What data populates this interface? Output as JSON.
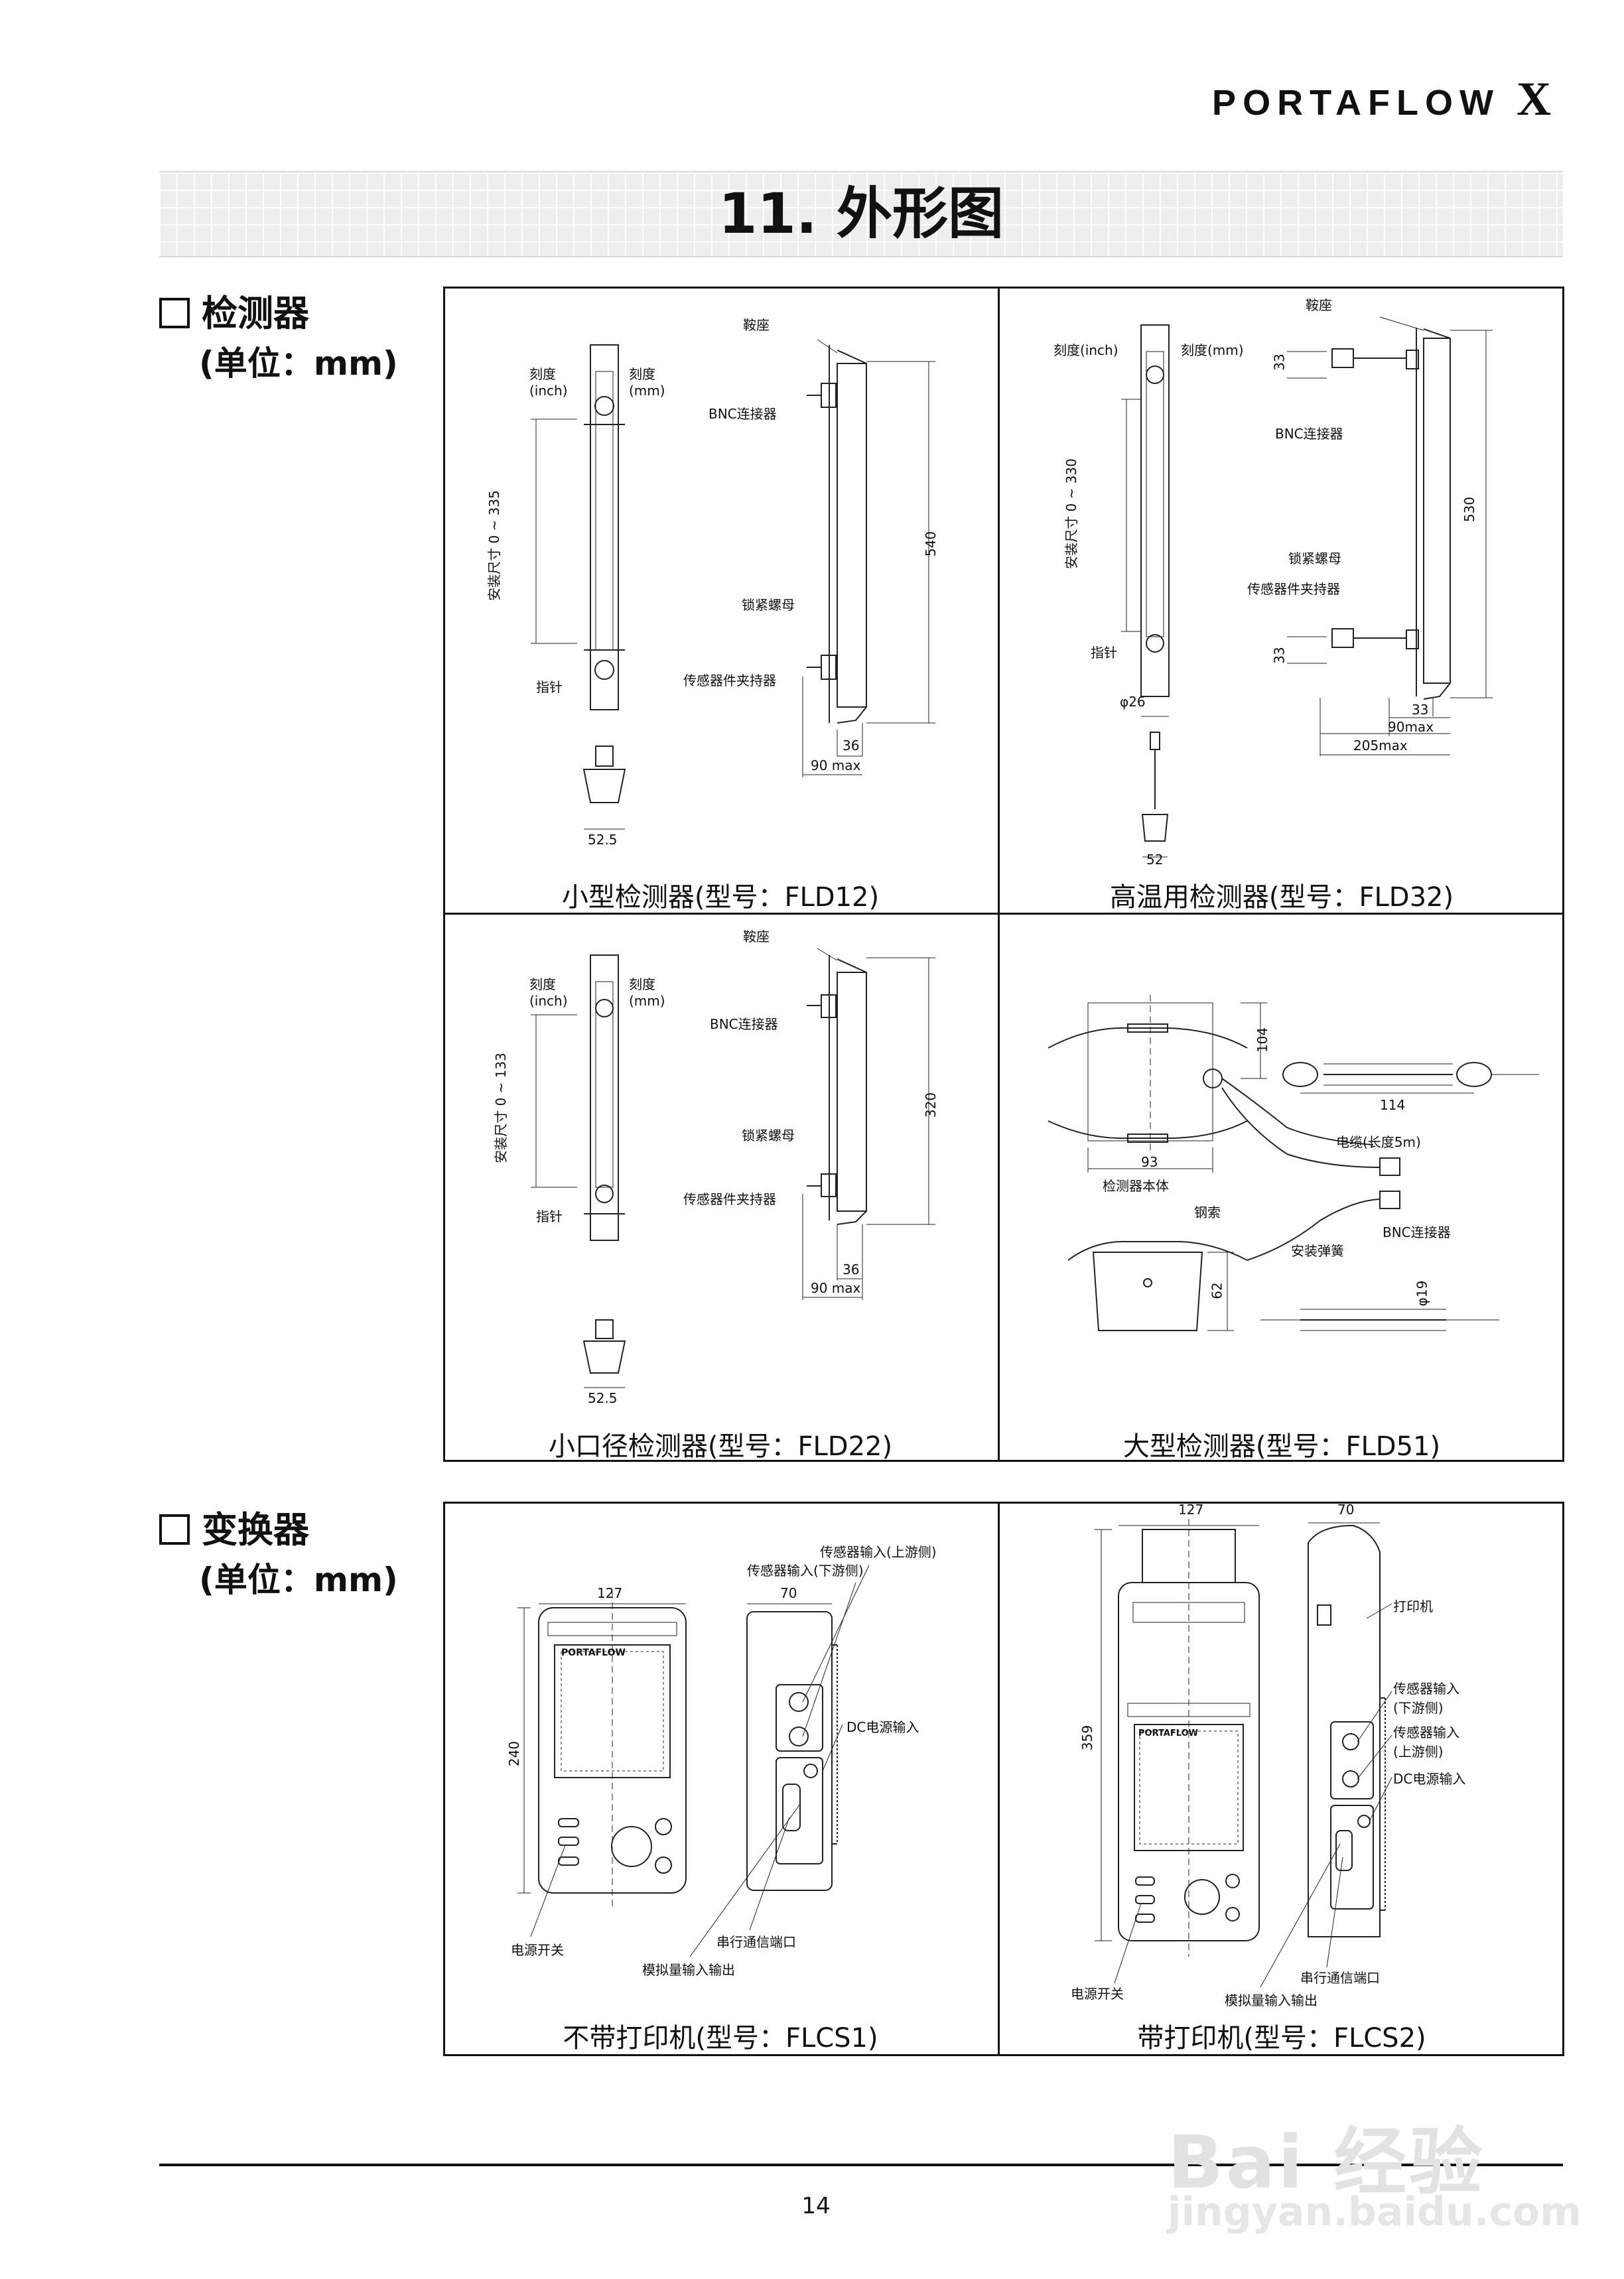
{
  "header": {
    "brand": "PORTAFLOW",
    "brand_suffix": "X",
    "title": "11. 外形图"
  },
  "sections": {
    "detector": {
      "heading": "检测器",
      "unit": "(单位：mm)"
    },
    "converter": {
      "heading": "变换器",
      "unit": "(单位：mm)"
    }
  },
  "fld12": {
    "caption": "小型检测器(型号：FLD12)",
    "l_scale_inch": "刻度\n(inch)",
    "l_scale_mm": "刻度\n(mm)",
    "l_saddle": "鞍座",
    "l_bnc": "BNC连接器",
    "l_install": "安装尺寸 0 ~ 335",
    "l_length": "540",
    "l_nut": "锁紧螺母",
    "l_holder": "传感器件夹持器",
    "l_pointer": "指针",
    "d_36": "36",
    "d_90": "90 max",
    "d_52": "52.5"
  },
  "fld32": {
    "caption": "高温用检测器(型号：FLD32)",
    "l_saddle": "鞍座",
    "l_scale_inch": "刻度(inch)",
    "l_scale_mm": "刻度(mm)",
    "l_33a": "33",
    "l_bnc": "BNC连接器",
    "l_install": "安装尺寸 0 ~ 330",
    "l_length": "530",
    "l_nut": "锁紧螺母",
    "l_holder": "传感器件夹持器",
    "l_pointer": "指针",
    "l_33b": "33",
    "d_phi": "φ26",
    "d_33": "33",
    "d_90": "90max",
    "d_205": "205max",
    "d_52": "52"
  },
  "fld22": {
    "caption": "小口径检测器(型号：FLD22)",
    "l_saddle": "鞍座",
    "l_scale_inch": "刻度\n(inch)",
    "l_scale_mm": "刻度\n(mm)",
    "l_bnc": "BNC连接器",
    "l_install": "安装尺寸 0 ~ 133",
    "l_length": "320",
    "l_nut": "锁紧螺母",
    "l_holder": "传感器件夹持器",
    "l_pointer": "指针",
    "d_36": "36",
    "d_90": "90 max",
    "d_52": "52.5"
  },
  "fld51": {
    "caption": "大型检测器(型号：FLD51)",
    "d_104": "104",
    "d_114": "114",
    "l_cable": "电缆(长度5m)",
    "d_93": "93",
    "l_body": "检测器本体",
    "l_wire": "钢索",
    "l_bnc": "BNC连接器",
    "l_spring": "安装弹簧",
    "d_62": "62",
    "d_phi19": "φ19"
  },
  "flcs1": {
    "caption": "不带打印机(型号：FLCS1)",
    "l_in_up": "传感器输入(上游侧)",
    "l_in_down": "传感器输入(下游侧)",
    "d_127": "127",
    "d_70": "70",
    "d_240": "240",
    "l_dc": "DC电源输入",
    "l_power": "电源开关",
    "l_serial": "串行通信端口",
    "l_analog": "模拟量输入输出",
    "brand_small": "PORTAFLOW"
  },
  "flcs2": {
    "caption": "带打印机(型号：FLCS2)",
    "d_127": "127",
    "d_70": "70",
    "l_printer": "打印机",
    "d_359": "359",
    "l_in_down": "传感器输入\n(下游侧)",
    "l_in_up": "传感器输入\n(上游侧)",
    "l_dc": "DC电源输入",
    "l_power": "电源开关",
    "l_analog": "模拟量输入输出",
    "l_serial": "串行通信端口",
    "brand_small": "PORTAFLOW"
  },
  "footer": {
    "page": "14",
    "wm_logo": "Bai 经验",
    "wm_url": "jingyan.baidu.com"
  }
}
